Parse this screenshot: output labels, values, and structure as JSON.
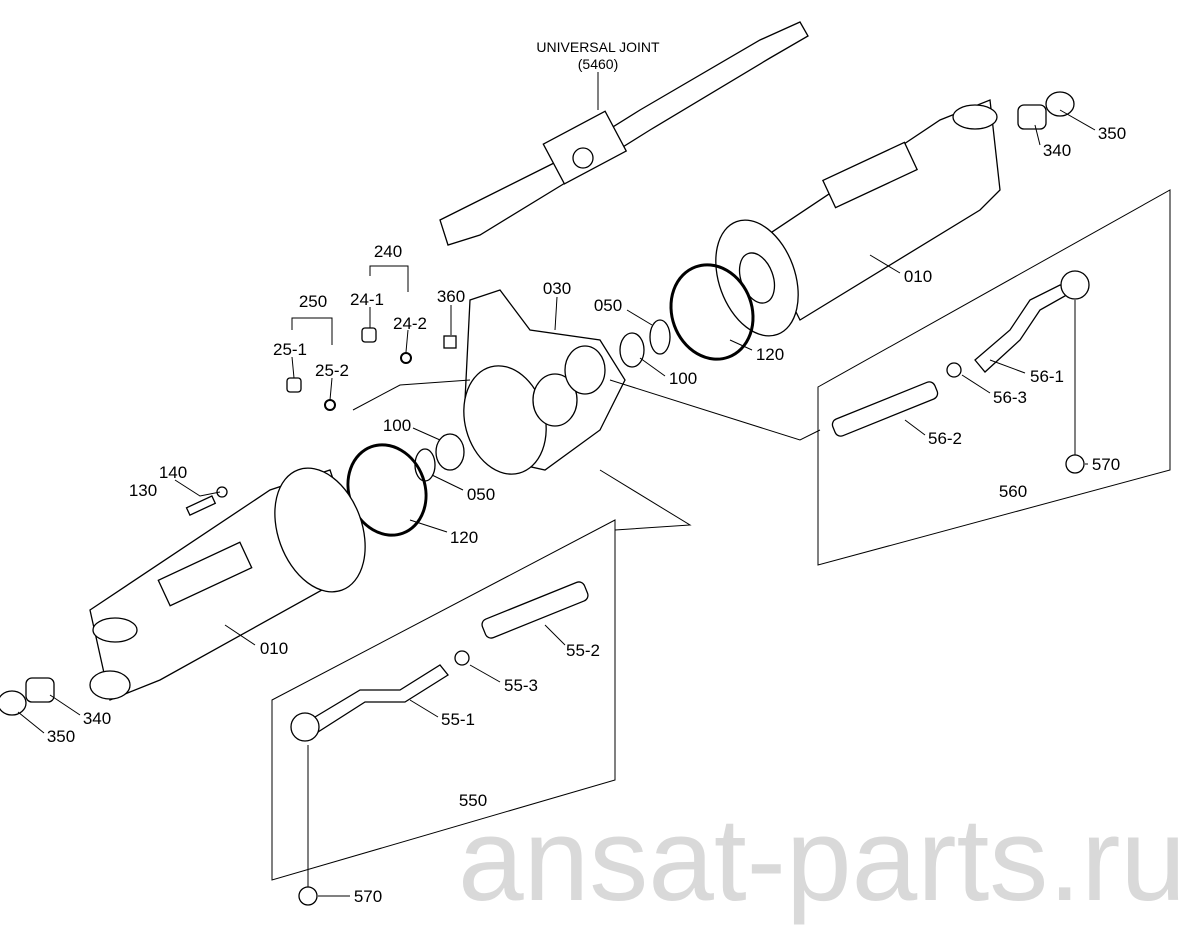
{
  "watermark": "ansat-parts.ru",
  "title": {
    "line1": "UNIVERSAL JOINT",
    "line2": "(5460)"
  },
  "labels": {
    "p350_top": "350",
    "p340_top": "340",
    "p010_top": "010",
    "p120_top": "120",
    "p100_top": "100",
    "p050_top": "050",
    "p030": "030",
    "p360": "360",
    "p240": "240",
    "p24_1": "24-1",
    "p24_2": "24-2",
    "p250": "250",
    "p25_1": "25-1",
    "p25_2": "25-2",
    "p100_mid": "100",
    "p140": "140",
    "p130": "130",
    "p050_mid": "050",
    "p120_mid": "120",
    "p56_1": "56-1",
    "p56_3": "56-3",
    "p56_2": "56-2",
    "p570_top": "570",
    "p560": "560",
    "p010_bot": "010",
    "p55_2": "55-2",
    "p55_3": "55-3",
    "p340_bot": "340",
    "p350_bot": "350",
    "p55_1": "55-1",
    "p550": "550",
    "p570_bot": "570"
  }
}
